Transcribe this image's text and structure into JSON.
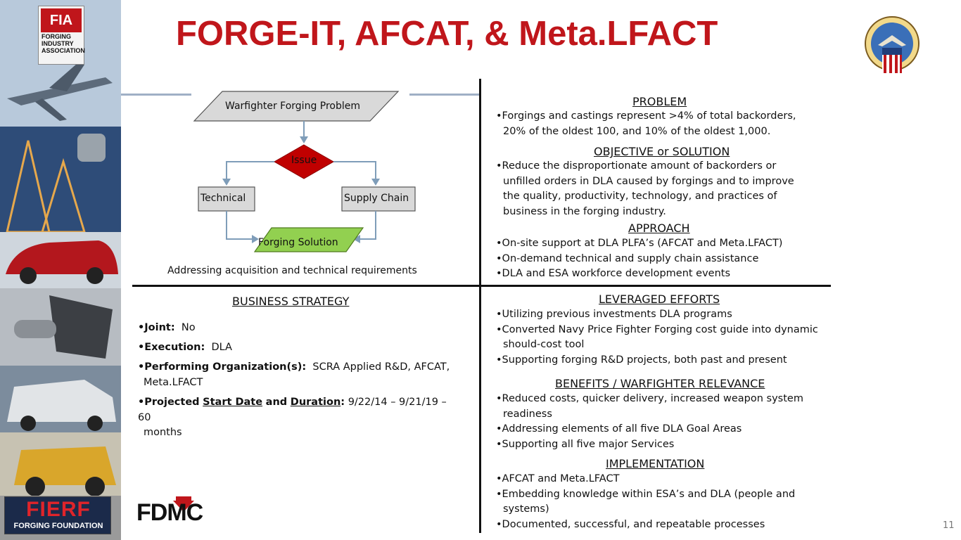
{
  "title": "FORGE-IT, AFCAT, & Meta.LFACT",
  "logos": {
    "fia_mark": "FIA",
    "fia_text": "FORGING INDUSTRY ASSOCIATION",
    "fierf_mark": "FIERF",
    "fierf_text": "FORGING FOUNDATION",
    "fdmc": "FDMC"
  },
  "flowchart": {
    "top": "Warfighter Forging Problem",
    "issue": "Issue",
    "left": "Technical",
    "right": "Supply Chain",
    "bottom": "Forging Solution",
    "caption": "Addressing acquisition and technical requirements",
    "colors": {
      "top": "#d9d9d9",
      "issue": "#c00000",
      "bottom": "#92d050"
    }
  },
  "business_strategy": {
    "heading": "BUSINESS STRATEGY",
    "joint_label": "•Joint:",
    "joint_value": "No",
    "execution_label": "•Execution:",
    "execution_value": "DLA",
    "performing_label": "•Performing Organization(s):",
    "performing_value": "SCRA Applied R&D, AFCAT,",
    "performing_value2": "Meta.LFACT",
    "projected_prefix": "•Projected",
    "start_date": "Start Date",
    "and_word": "and",
    "duration": "Duration",
    "colon": ":",
    "projected_value": "9/22/14 – 9/21/19 – 60",
    "projected_value2": "months"
  },
  "problem": {
    "heading": "PROBLEM",
    "lines": [
      "•Forgings and castings represent >4% of total backorders,",
      "20% of the oldest 100, and 10% of the oldest 1,000."
    ]
  },
  "objective": {
    "heading": "OBJECTIVE or SOLUTION",
    "lines": [
      "•Reduce the disproportionate amount of backorders or",
      "unfilled orders in DLA caused by forgings and to improve",
      "the quality, productivity, technology, and practices of",
      "business in the forging industry."
    ]
  },
  "approach": {
    "heading": "APPROACH",
    "lines": [
      "•On-site support at DLA PLFA’s (AFCAT and Meta.LFACT)",
      "•On-demand technical and supply chain assistance",
      "•DLA and ESA workforce development events"
    ]
  },
  "leveraged": {
    "heading": "LEVERAGED EFFORTS",
    "lines": [
      "•Utilizing previous investments DLA programs",
      "•Converted Navy Price Fighter Forging cost guide into dynamic",
      "should-cost tool",
      "•Supporting forging R&D projects, both past and present"
    ]
  },
  "benefits": {
    "heading": "BENEFITS / WARFIGHTER RELEVANCE",
    "lines": [
      "•Reduced costs, quicker delivery, increased weapon system",
      "readiness",
      "•Addressing elements of all five DLA Goal Areas",
      "•Supporting all five major Services"
    ]
  },
  "implementation": {
    "heading": "IMPLEMENTATION",
    "lines": [
      "•AFCAT and Meta.LFACT",
      "•Embedding knowledge within ESA’s and DLA (people and",
      "systems)",
      "•Documented, successful, and repeatable processes"
    ]
  },
  "page_number": "11",
  "colors": {
    "title": "#c0161b",
    "accent_line": "#9fb0c6"
  }
}
